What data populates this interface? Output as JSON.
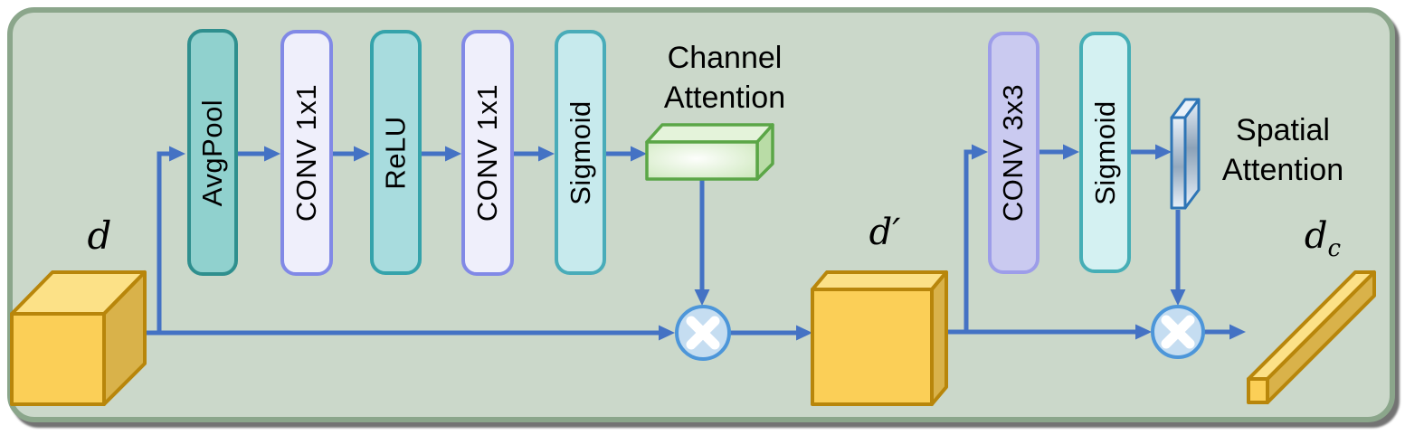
{
  "figure": {
    "input_label": "d",
    "intermediate_label": "d′",
    "output_label_base": "d",
    "output_label_sub": "c",
    "channel_attention_line1": "Channel",
    "channel_attention_line2": "Attention",
    "spatial_attention_line1": "Spatial",
    "spatial_attention_line2": "Attention",
    "multiply_operator": "×"
  },
  "blocks": [
    {
      "id": "avgpool",
      "label": "AvgPool",
      "fill": "#90D1CE",
      "border": "#2F8F8E"
    },
    {
      "id": "conv1x1-a",
      "label": "CONV 1x1",
      "fill": "#EFEFFB",
      "border": "#8189E6"
    },
    {
      "id": "relu",
      "label": "ReLU",
      "fill": "#A8DCDE",
      "border": "#35A3AB"
    },
    {
      "id": "conv1x1-b",
      "label": "CONV 1x1",
      "fill": "#EFEFFB",
      "border": "#8189E6"
    },
    {
      "id": "sigmoid-a",
      "label": "Sigmoid",
      "fill": "#C7EAED",
      "border": "#49ACB9"
    },
    {
      "id": "conv3x3",
      "label": "CONV 3x3",
      "fill": "#CACAF0",
      "border": "#9D9DE9"
    },
    {
      "id": "sigmoid-b",
      "label": "Sigmoid",
      "fill": "#D4F1F2",
      "border": "#45AEB6"
    }
  ],
  "colors": {
    "panel_bg": "#CBD8CA",
    "panel_border": "#8BA68B",
    "arrow": "#4472C4",
    "text": "#000000",
    "cube_front": "#FBCF57",
    "cube_top": "#FCE187",
    "cube_side": "#D9B24A",
    "cube_border": "#B8860B",
    "green_front": "#CDE8BC",
    "green_highlight": "#FDFEFC",
    "green_top": "#E4F3DA",
    "green_side": "#B9DCA6",
    "green_border": "#5BA647",
    "slab_light": "#E9F1F9",
    "slab_mid": "#93A9BF",
    "slab_side_mid": "#8CA2B8",
    "slab_border": "#2E75B6",
    "mult_fill": "#C5DDF1",
    "mult_border": "#4D96D9",
    "mult_cross": "#FFFFFF"
  }
}
